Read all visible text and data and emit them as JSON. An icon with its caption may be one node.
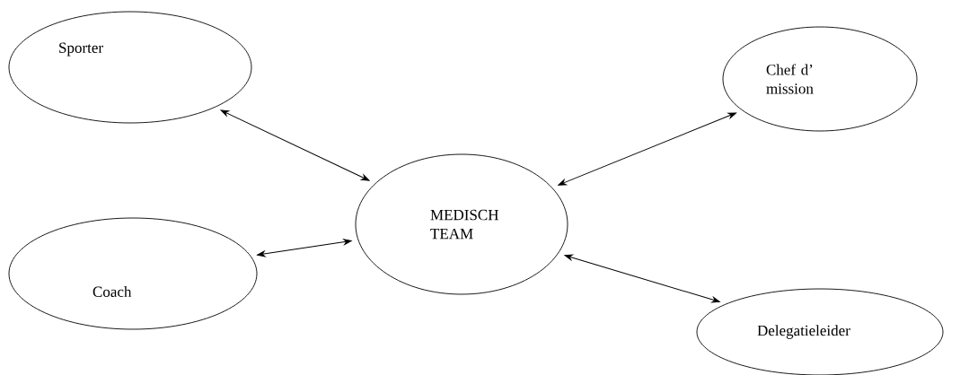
{
  "diagram": {
    "nodes": [
      {
        "text": [
          "Sporter"
        ]
      },
      {
        "text": [
          "Chef d’ mission"
        ]
      },
      {
        "text": [
          "MEDISCH TEAM"
        ]
      },
      {
        "text": [
          "Coach"
        ]
      },
      {
        "text": [
          "Delegatieleider"
        ]
      }
    ],
    "edges": [
      {
        "from": 0,
        "to": 2,
        "arrow": "both"
      },
      {
        "from": 3,
        "to": 2,
        "arrow": "both"
      },
      {
        "from": 2,
        "to": 1,
        "arrow": "both"
      },
      {
        "from": 2,
        "to": 4,
        "arrow": "both"
      }
    ]
  }
}
